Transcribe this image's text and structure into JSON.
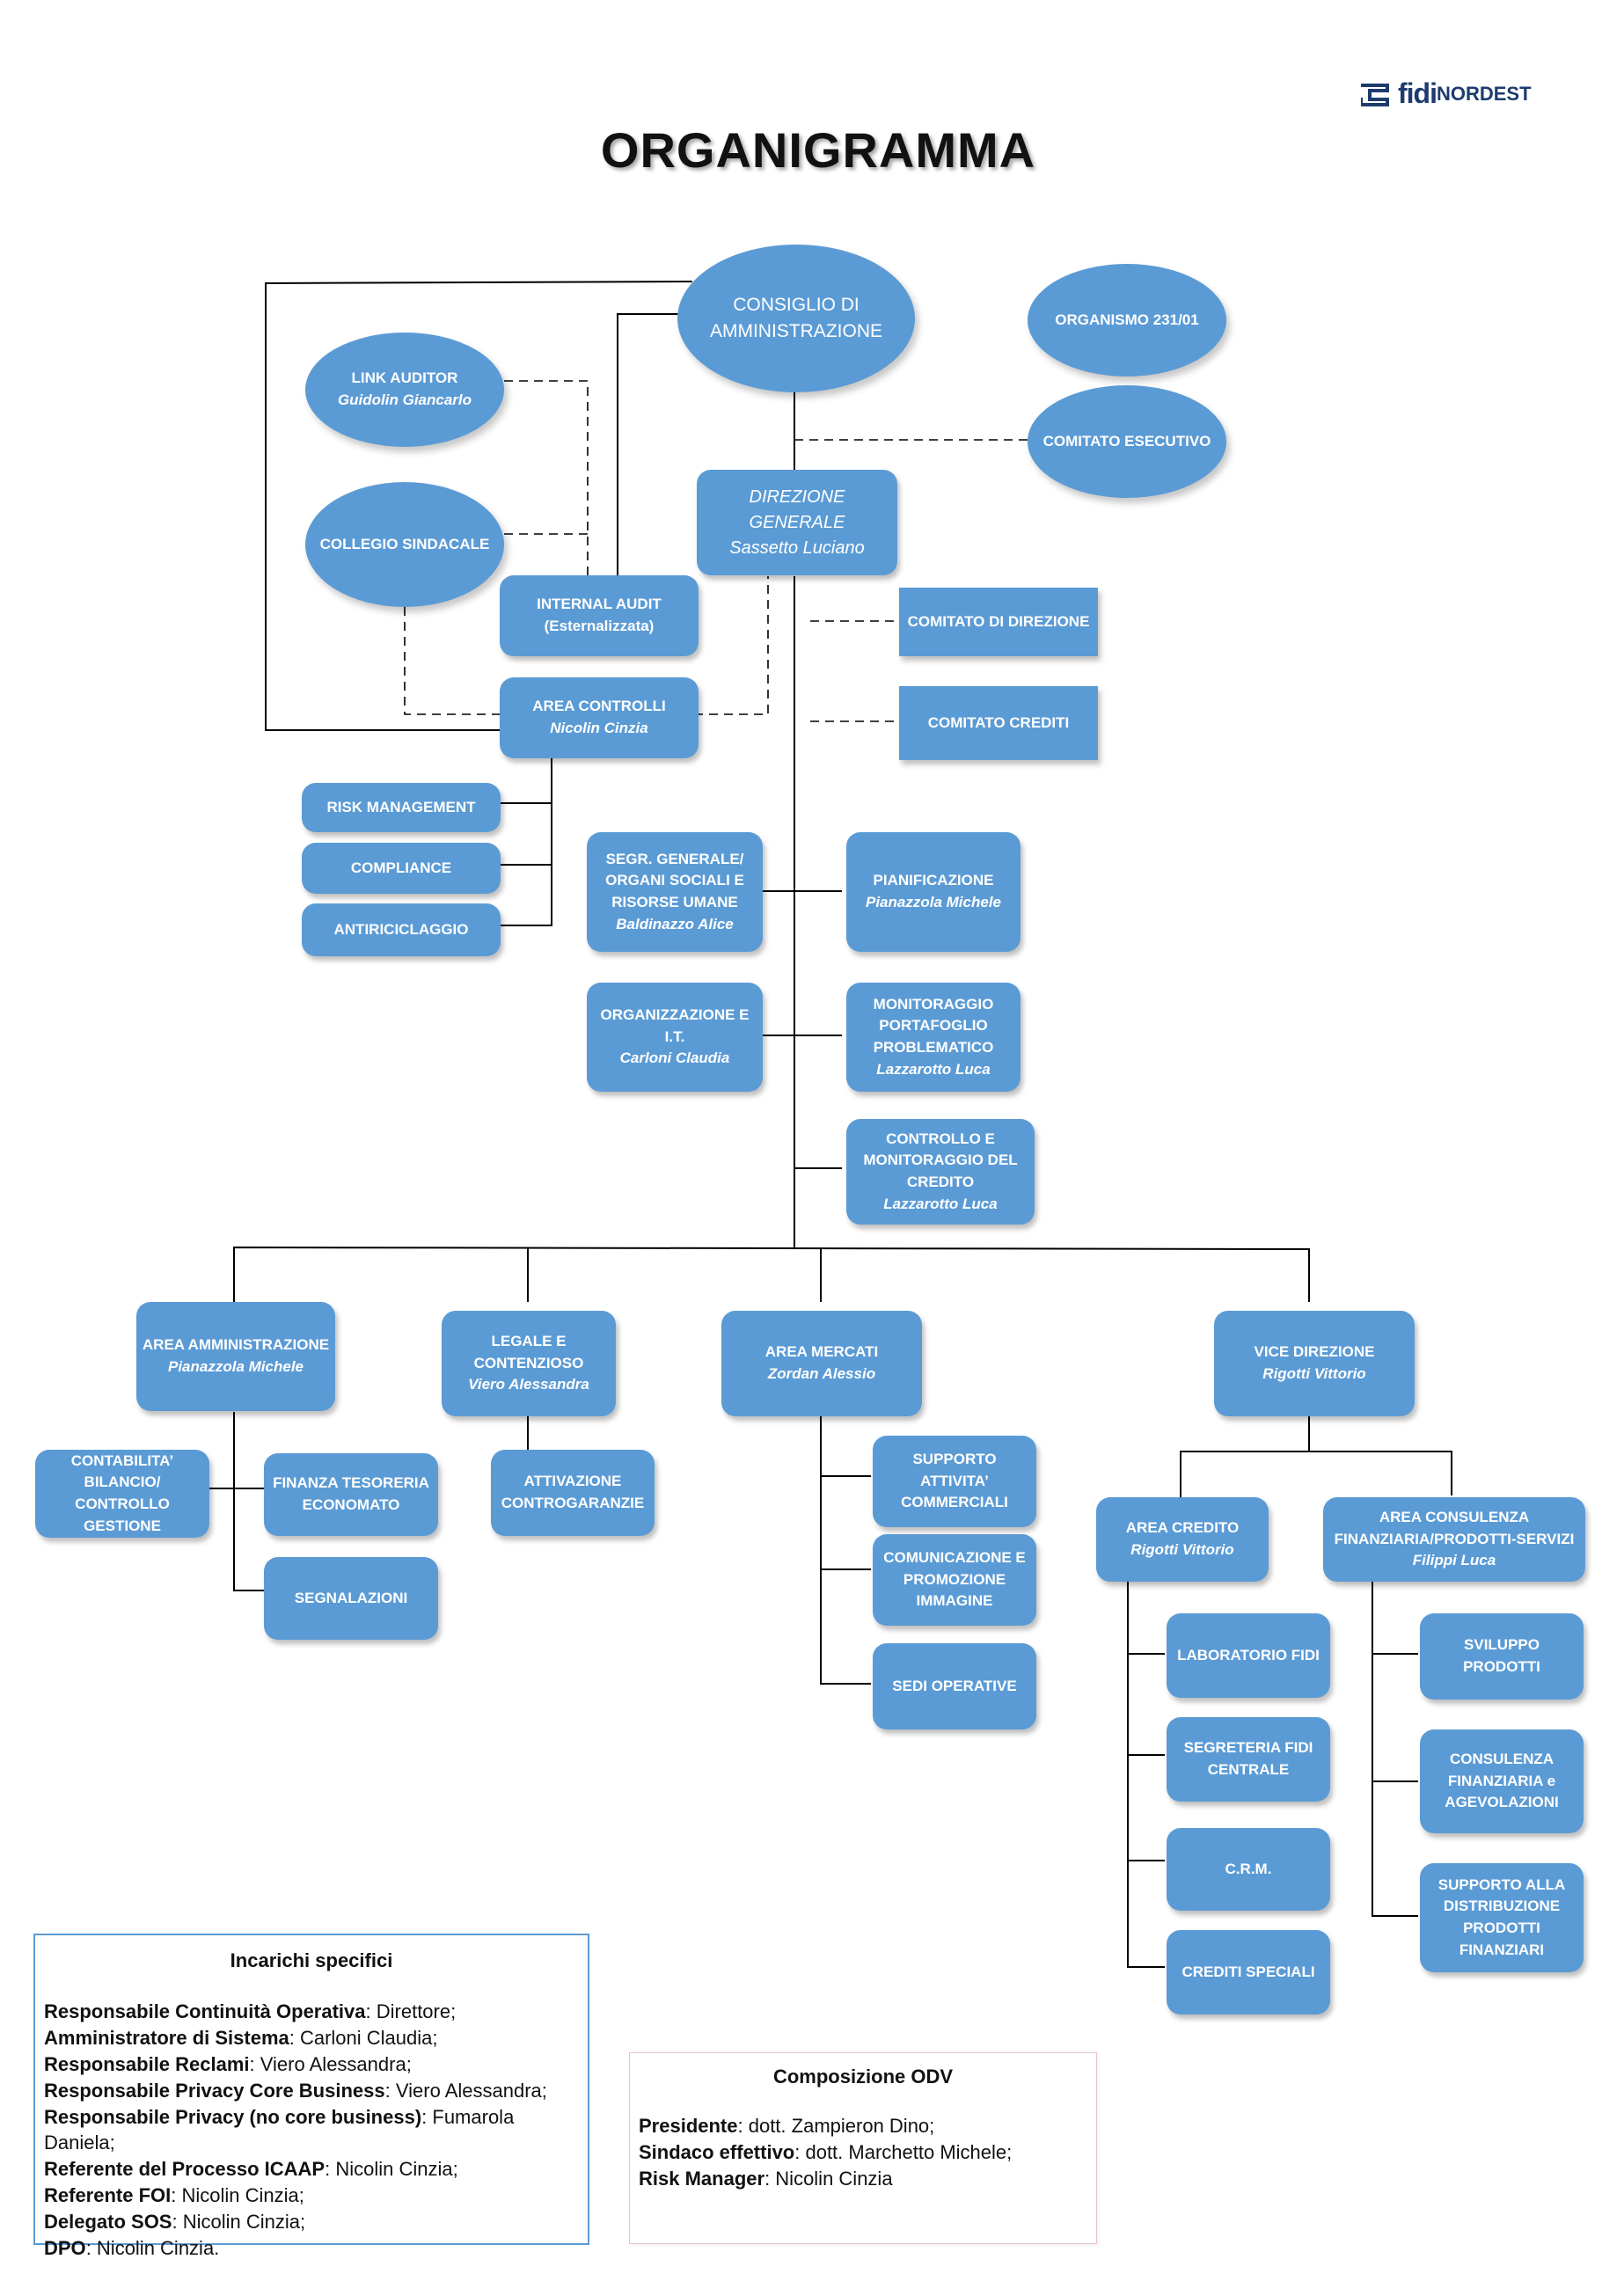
{
  "title": "ORGANIGRAMMA",
  "logo": {
    "brand_light": "fidi",
    "brand_bold": "NORDEST"
  },
  "colors": {
    "node": "#5b9bd5",
    "line": "#000000"
  },
  "nodes": {
    "cda": {
      "title": "CONSIGLIO DI AMMINISTRAZIONE"
    },
    "odv231": {
      "title": "ORGANISMO 231/01"
    },
    "link_auditor": {
      "title": "LINK AUDITOR",
      "name": "Guidolin Giancarlo"
    },
    "comitato_esecutivo": {
      "title": "COMITATO ESECUTIVO"
    },
    "collegio_sindacale": {
      "title": "COLLEGIO SINDACALE"
    },
    "direzione_generale": {
      "title": "DIREZIONE GENERALE",
      "name": "Sassetto Luciano"
    },
    "internal_audit": {
      "title": "INTERNAL AUDIT",
      "name": "(Esternalizzata)"
    },
    "comitato_direzione": {
      "title": "COMITATO DI DIREZIONE"
    },
    "area_controlli": {
      "title": "AREA CONTROLLI",
      "name": "Nicolin Cinzia"
    },
    "comitato_crediti": {
      "title": "COMITATO CREDITI"
    },
    "risk_management": {
      "title": "RISK MANAGEMENT"
    },
    "compliance": {
      "title": "COMPLIANCE"
    },
    "antiriciclaggio": {
      "title": "ANTIRICICLAGGIO"
    },
    "segreteria": {
      "title": "SEGR. GENERALE/ ORGANI SOCIALI E RISORSE UMANE",
      "name": "Baldinazzo Alice"
    },
    "pianificazione": {
      "title": "PIANIFICAZIONE",
      "name": "Pianazzola Michele"
    },
    "organizzazione": {
      "title": "ORGANIZZAZIONE E I.T.",
      "name": "Carloni Claudia"
    },
    "monitoraggio": {
      "title": "MONITORAGGIO PORTAFOGLIO PROBLEMATICO",
      "name": "Lazzarotto Luca"
    },
    "controllo_credito": {
      "title": "CONTROLLO E MONITORAGGIO DEL CREDITO",
      "name": "Lazzarotto Luca"
    },
    "area_amministrazione": {
      "title": "AREA AMMINISTRAZIONE",
      "name": "Pianazzola Michele"
    },
    "legale": {
      "title": "LEGALE E CONTENZIOSO",
      "name": "Viero Alessandra"
    },
    "area_mercati": {
      "title": "AREA MERCATI",
      "name": "Zordan Alessio"
    },
    "vice_direzione": {
      "title": "VICE DIREZIONE",
      "name": "Rigotti Vittorio"
    },
    "contabilita": {
      "title": "CONTABILITA’ BILANCIO/ CONTROLLO GESTIONE"
    },
    "finanza": {
      "title": "FINANZA TESORERIA ECONOMATO"
    },
    "segnalazioni": {
      "title": "SEGNALAZIONI"
    },
    "attivazione": {
      "title": "ATTIVAZIONE CONTROGARANZIE"
    },
    "supporto_commerciali": {
      "title": "SUPPORTO ATTIVITA’ COMMERCIALI"
    },
    "comunicazione": {
      "title": "COMUNICAZIONE E PROMOZIONE IMMAGINE"
    },
    "sedi_operative": {
      "title": "SEDI OPERATIVE"
    },
    "area_credito": {
      "title": "AREA CREDITO",
      "name": "Rigotti Vittorio"
    },
    "area_consulenza": {
      "title": "AREA CONSULENZA FINANZIARIA/PRODOTTI-SERVIZI",
      "name": "Filippi Luca"
    },
    "laboratorio": {
      "title": "LABORATORIO FIDI"
    },
    "segreteria_fidi": {
      "title": "SEGRETERIA FIDI CENTRALE"
    },
    "crm": {
      "title": "C.R.M."
    },
    "crediti_speciali": {
      "title": "CREDITI SPECIALI"
    },
    "sviluppo": {
      "title": "SVILUPPO PRODOTTI"
    },
    "consulenza_fin": {
      "title": "CONSULENZA FINANZIARIA e AGEVOLAZIONI"
    },
    "supporto_distribuzione": {
      "title": "SUPPORTO ALLA DISTRIBUZIONE PRODOTTI FINANZIARI"
    }
  },
  "incarichi": {
    "title": "Incarichi specifici",
    "rows": [
      {
        "role": "Responsabile Continuità Operativa",
        "value": ": Direttore;"
      },
      {
        "role": "Amministratore di Sistema",
        "value": ": Carloni Claudia;"
      },
      {
        "role": "Responsabile Reclami",
        "value": ": Viero Alessandra;"
      },
      {
        "role": "Responsabile Privacy Core Business",
        "value": ": Viero Alessandra;"
      },
      {
        "role": "Responsabile Privacy (no core business)",
        "value": ": Fumarola Daniela;"
      },
      {
        "role": "Referente del Processo ICAAP",
        "value": ": Nicolin Cinzia;"
      },
      {
        "role": "Referente FOI",
        "value": ": Nicolin Cinzia;"
      },
      {
        "role": "Delegato SOS",
        "value": ": Nicolin Cinzia;"
      },
      {
        "role": "DPO",
        "value": ": Nicolin Cinzia."
      }
    ]
  },
  "odv": {
    "title": "Composizione ODV",
    "rows": [
      {
        "role": "Presidente",
        "value": ": dott. Zampieron Dino;"
      },
      {
        "role": "Sindaco effettivo",
        "value": ": dott. Marchetto Michele;"
      },
      {
        "role": "Risk Manager",
        "value": ": Nicolin Cinzia"
      }
    ]
  }
}
